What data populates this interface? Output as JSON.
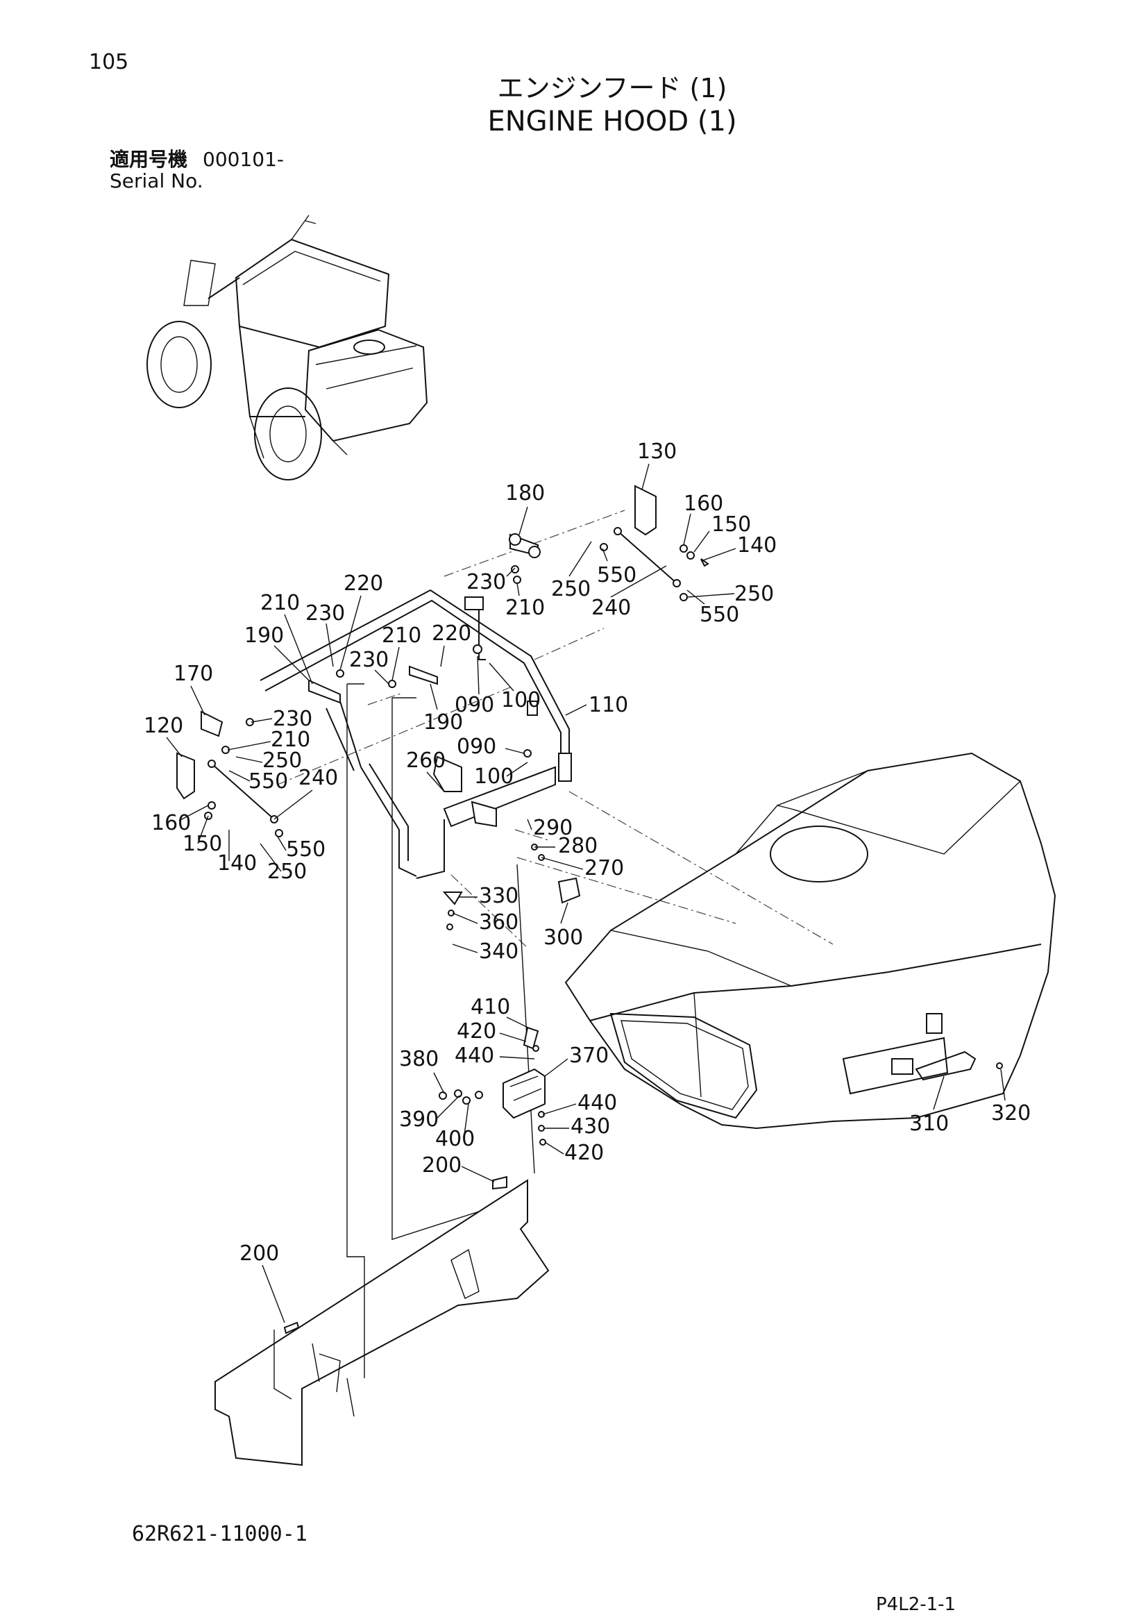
{
  "header": {
    "page_number": "105",
    "title_jp": "エンジンフード (1)",
    "title_en": "ENGINE HOOD (1)",
    "serial_label_jp": "適用号機",
    "serial_value": "000101-",
    "serial_label_en": "Serial No."
  },
  "callouts": {
    "c130": "130",
    "c180": "180",
    "c160a": "160",
    "c150a": "150",
    "c140a": "140",
    "c250a": "250",
    "c550a": "550",
    "c230a": "230",
    "c210a": "210",
    "c240a": "240",
    "c250b": "250",
    "c550b": "550",
    "c220a": "220",
    "c210b": "210",
    "c230b": "230",
    "c190a": "190",
    "c210c": "210",
    "c220b": "220",
    "c230c": "230",
    "c170": "170",
    "c190b": "190",
    "c090a": "090",
    "c100a": "100",
    "c110": "110",
    "c230d": "230",
    "c120": "120",
    "c210d": "210",
    "c250c": "250",
    "c550c": "550",
    "c240b": "240",
    "c090b": "090",
    "c260": "260",
    "c100b": "100",
    "c160b": "160",
    "c150b": "150",
    "c140b": "140",
    "c550d": "550",
    "c250d": "250",
    "c290": "290",
    "c280": "280",
    "c270": "270",
    "c330": "330",
    "c360": "360",
    "c340": "340",
    "c300": "300",
    "c410": "410",
    "c420a": "420",
    "c440a": "440",
    "c380": "380",
    "c370": "370",
    "c440b": "440",
    "c390": "390",
    "c430": "430",
    "c400": "400",
    "c420b": "420",
    "c200a": "200",
    "c310": "310",
    "c320": "320",
    "c200b": "200"
  },
  "footer": {
    "drawing_number": "62R621-11000-1",
    "page_ref": "P4L2-1-1"
  }
}
